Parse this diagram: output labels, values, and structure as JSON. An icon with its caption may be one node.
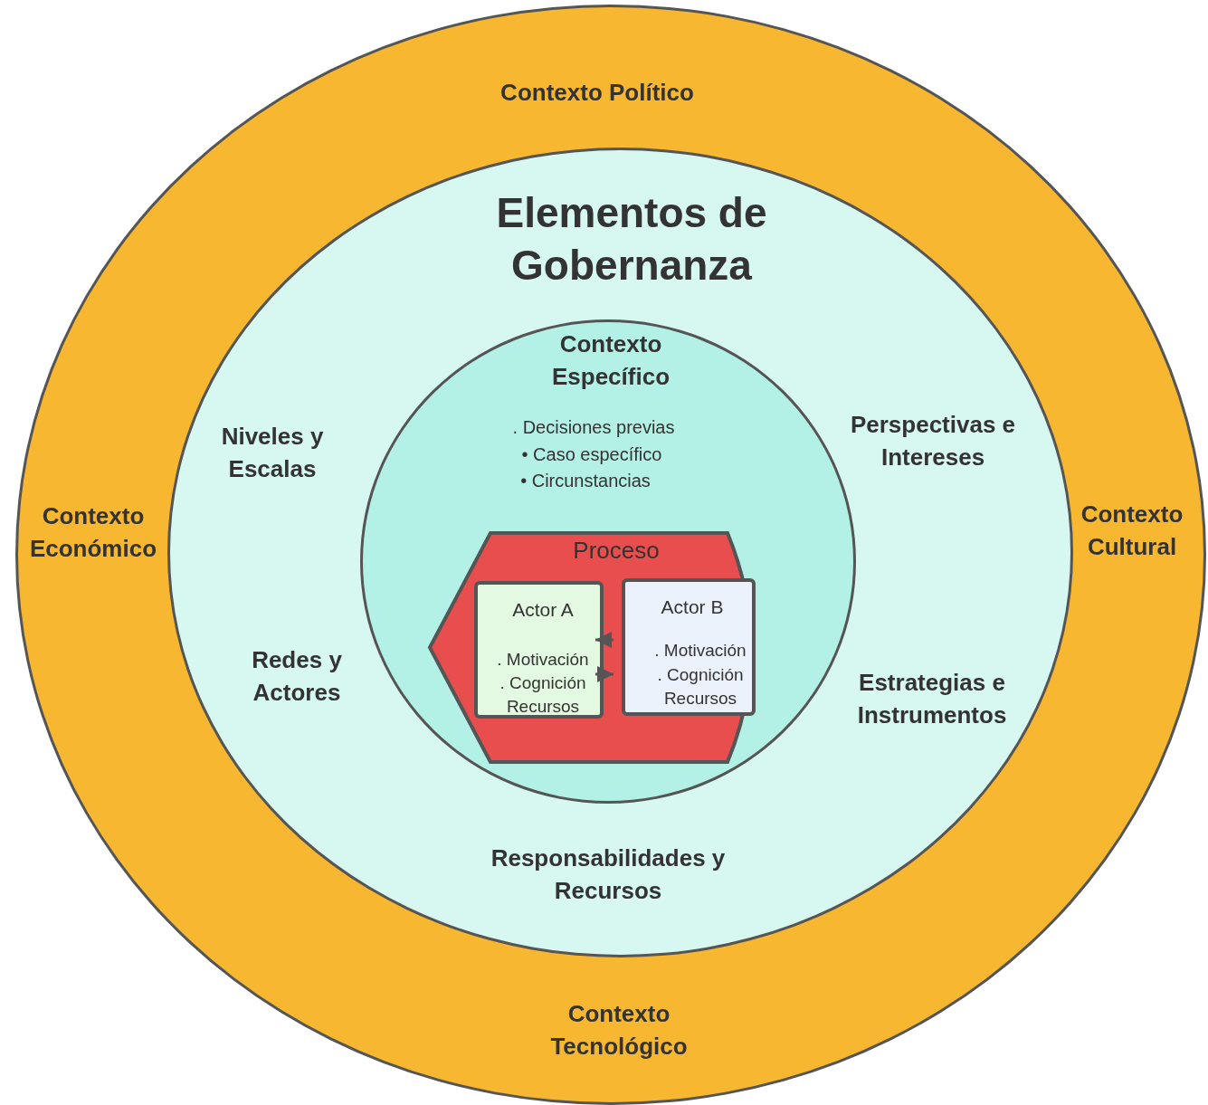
{
  "diagram": {
    "nodes": [
      {
        "text": [
          "Contexto Político",
          "Contexto Económico",
          "Contexto Cultural",
          "Contexto Tecnológico"
        ]
      },
      {
        "text": [
          "Elementos de Gobernanza",
          "Niveles y Escalas",
          "Perspectivas e Intereses",
          "Redes y Actores",
          "Estrategias e Instrumentos",
          "Responsabilidades y Recursos"
        ],
        "in": 0
      },
      {
        "text": [
          "Contexto Específico",
          ". Decisiones previas",
          "• Caso específico",
          "• Circunstancias"
        ],
        "in": 1
      },
      {
        "text": [
          "Proceso"
        ],
        "in": 2
      },
      {
        "text": [
          "Actor A",
          ". Motivación",
          ". Cognición",
          "Recursos"
        ],
        "in": 3
      },
      {
        "text": [
          "Actor B",
          ". Motivación",
          ". Cognición",
          "Recursos"
        ],
        "in": 3
      }
    ],
    "edges": [
      {
        "from": 5,
        "to": 4,
        "arrow": "to"
      },
      {
        "from": 4,
        "to": 5,
        "arrow": "to"
      }
    ]
  }
}
